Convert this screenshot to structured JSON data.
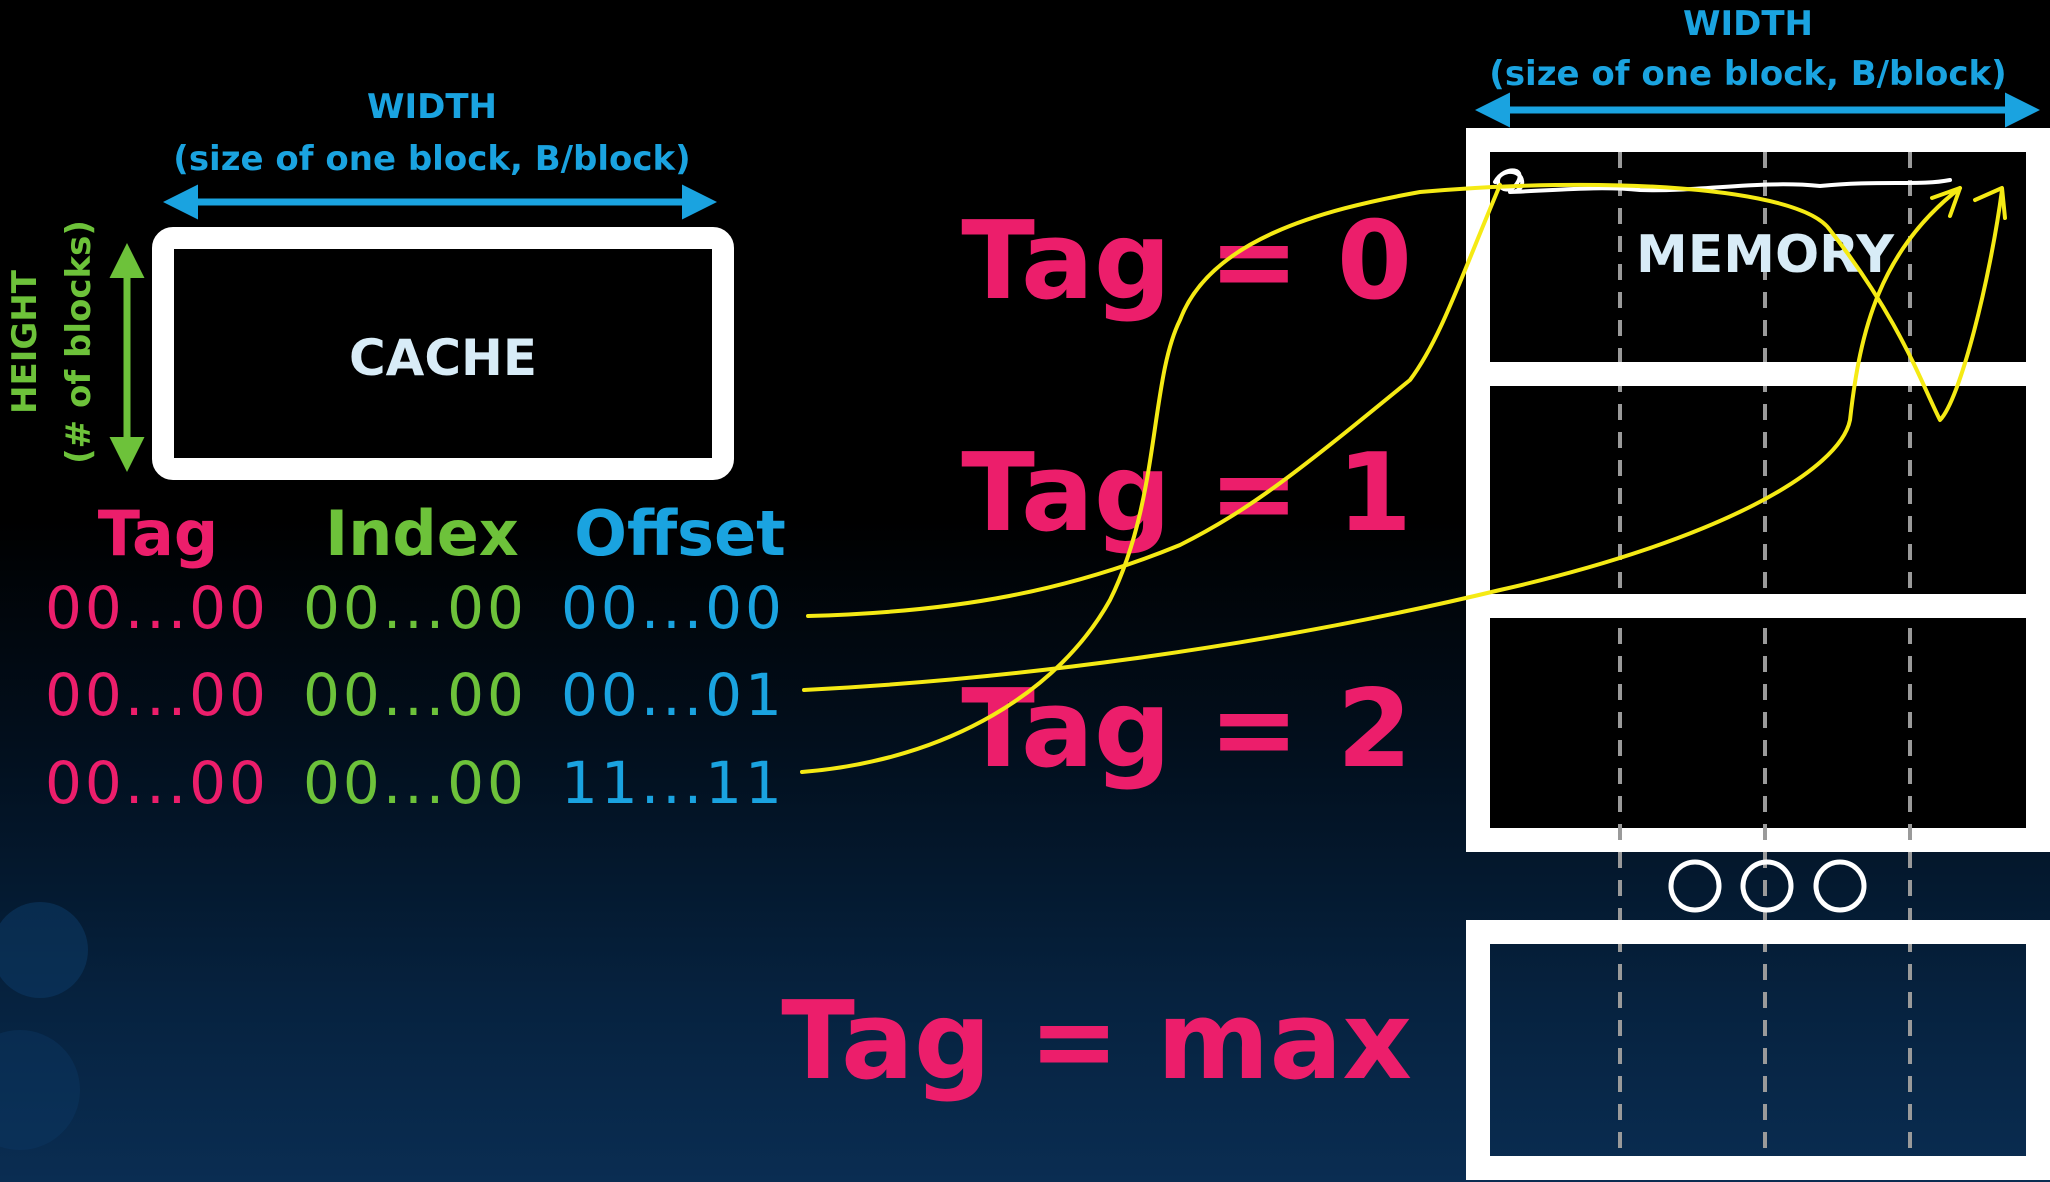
{
  "cache": {
    "label": "CACHE",
    "width_title": "WIDTH",
    "width_subtitle": "(size of one block, B/block)",
    "height_title": "HEIGHT",
    "height_subtitle": "(# of blocks)"
  },
  "memory": {
    "label": "MEMORY",
    "width_title": "WIDTH",
    "width_subtitle": "(size of one block, B/block)",
    "ellipsis_dots": 3
  },
  "address_fields": {
    "headers": [
      "Tag",
      "Index",
      "Offset"
    ],
    "rows": [
      {
        "tag": "00...00",
        "index": "00...00",
        "offset": "00...00"
      },
      {
        "tag": "00...00",
        "index": "00...00",
        "offset": "00...01"
      },
      {
        "tag": "00...00",
        "index": "00...00",
        "offset": "11...11"
      }
    ]
  },
  "tag_labels": [
    "Tag = 0",
    "Tag = 1",
    "Tag = 2",
    "Tag = max"
  ],
  "colors": {
    "tag": "#ec1e6b",
    "index": "#6dc23a",
    "offset": "#1aa3e0",
    "arrows": "#f5ea14",
    "boxes": "#ffffff",
    "label_text": "#d8ecf7"
  }
}
